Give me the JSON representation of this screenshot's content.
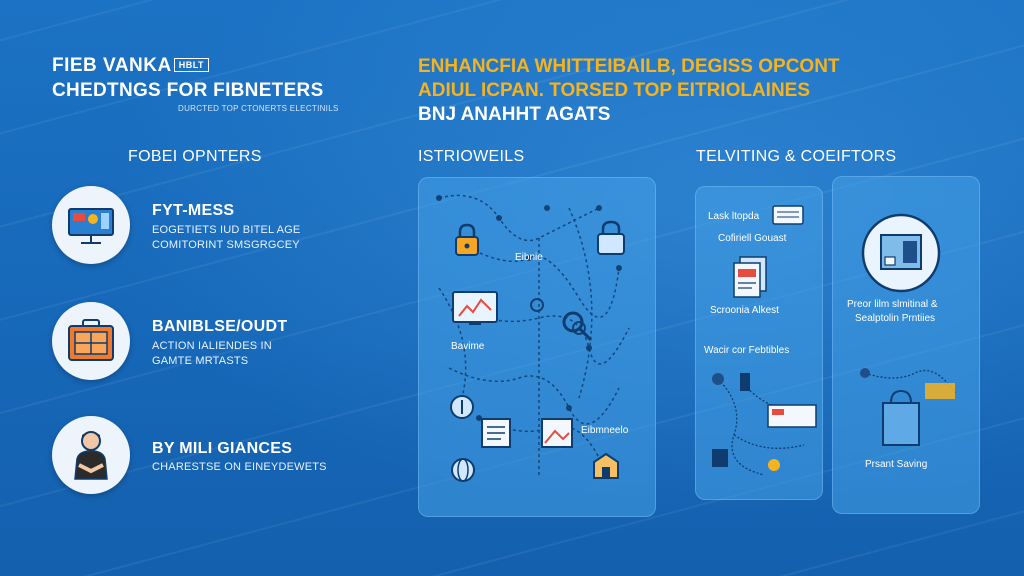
{
  "brand": {
    "line1": "FIEB VANKA",
    "badge": "HBLT",
    "line2": "CHEDTNGS FOR FIBNETERS",
    "subtitle": "DURCTED TOP CTONERTS ELECTINILS"
  },
  "headline": {
    "line1": "ENHANCFIA WHITTEIBAILB, DEGISS OPCONT",
    "line2": "ADIUL ICPAN. TORSED TOP EITRIOLAINES",
    "line3": "BNJ ANAHHT AGATS"
  },
  "sections": {
    "left": "FOBEI OPNTERS",
    "middle": "ISTRIOWEILS",
    "right": "TELVITING & COEIFTORS"
  },
  "features": [
    {
      "title": "FYT-MESS",
      "desc1": "EOGETIETS IUD BITEL AGE",
      "desc2": "COMITORINT SMSGRGCEY",
      "icon": "presentation-board-icon"
    },
    {
      "title": "BANIBLSE/OUDT",
      "desc1": "ACTION IALIENDES IN",
      "desc2": "GAMTE MRTASTS",
      "icon": "calculator-briefcase-icon"
    },
    {
      "title": "BY MILI GIANCES",
      "desc1": "CHARESTSE ON EINEYDEWETS",
      "icon": "person-icon"
    }
  ],
  "middle_panel": {
    "label_a": "Bavime",
    "label_b": "Eibnie",
    "label_c": "Eibmneelo"
  },
  "right_panel_a": {
    "item1": "Lask ltopda",
    "item2": "Cofiriell Gouast",
    "item3": "Scroonia Alkest",
    "item4": "Wacir cor Febtibles"
  },
  "right_panel_b": {
    "item1": "Preor lilm slmitinal &",
    "item2": "Sealptolin Prntiies",
    "item3": "Prsant Saving"
  },
  "colors": {
    "background": "#1a6fc0",
    "accent": "#f5b31f",
    "panel": "#4aa0e6"
  }
}
